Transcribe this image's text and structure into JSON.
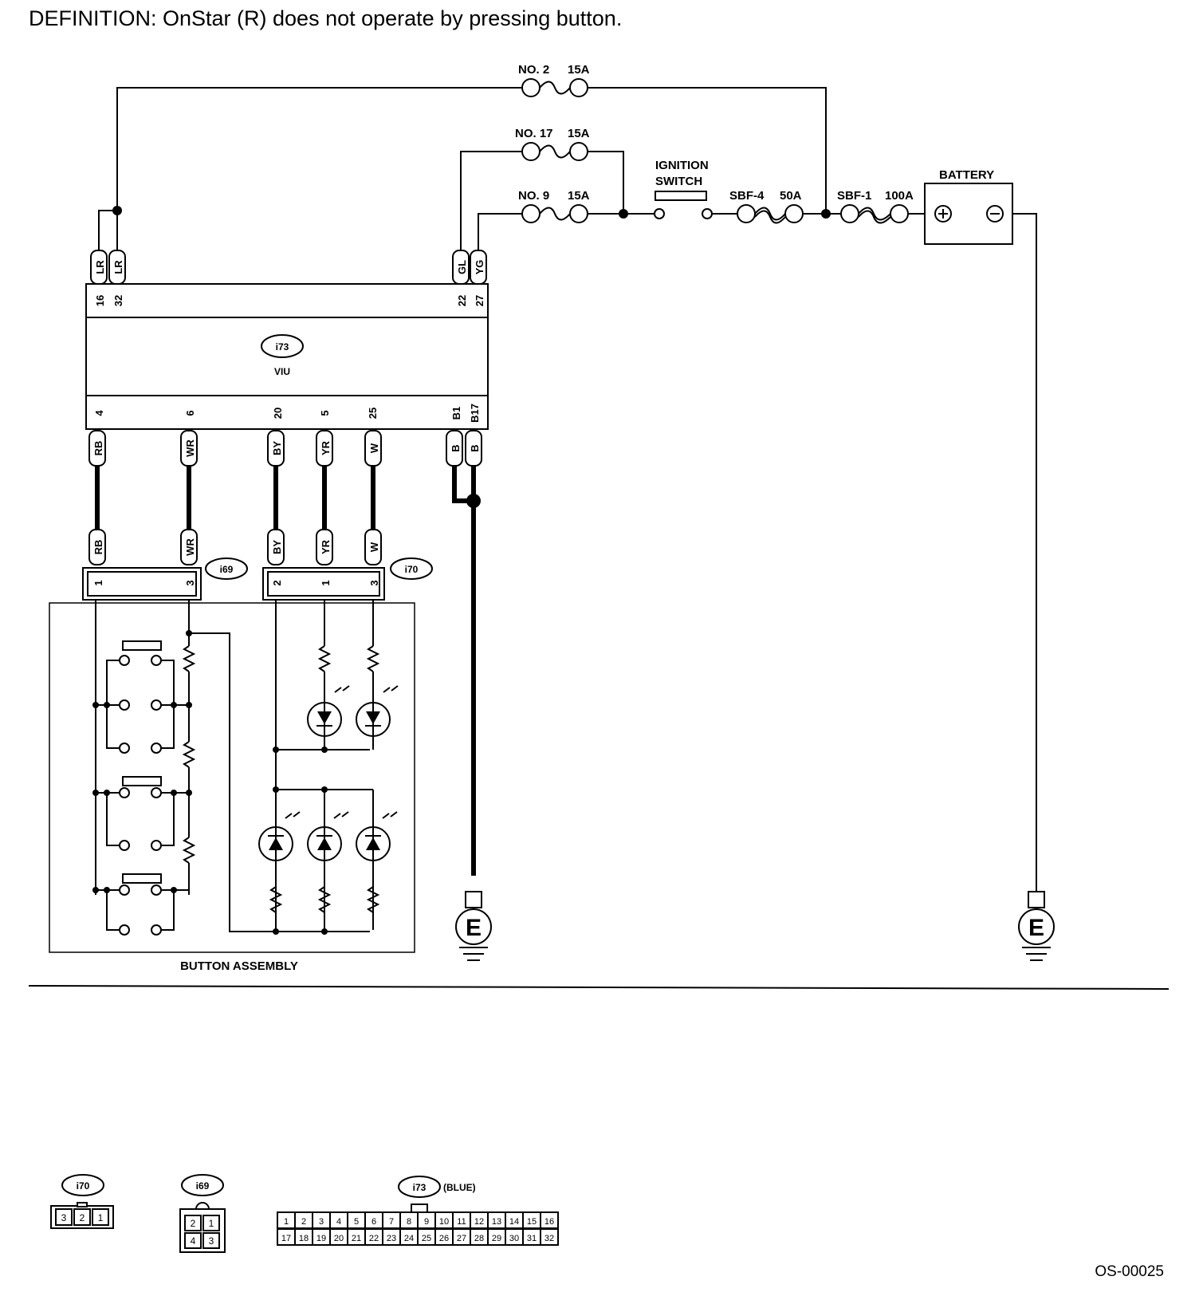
{
  "definition": "DEFINITION: OnStar (R) does not operate by pressing button.",
  "figure_code": "OS-00025",
  "fuses": {
    "no2": {
      "name": "NO. 2",
      "rating": "15A"
    },
    "no17": {
      "name": "NO. 17",
      "rating": "15A"
    },
    "no9": {
      "name": "NO. 9",
      "rating": "15A"
    },
    "sbf4": {
      "name": "SBF-4",
      "rating": "50A"
    },
    "sbf1": {
      "name": "SBF-1",
      "rating": "100A"
    }
  },
  "ignition_switch": {
    "line1": "IGNITION",
    "line2": "SWITCH"
  },
  "battery": {
    "label": "BATTERY",
    "plus": "+",
    "minus": "−"
  },
  "ground": "E",
  "viu": {
    "connector": "i73",
    "name": "VIU",
    "top_pins": [
      {
        "pin": "16",
        "wire": "LR"
      },
      {
        "pin": "32",
        "wire": "LR"
      },
      {
        "pin": "22",
        "wire": "GL"
      },
      {
        "pin": "27",
        "wire": "YG"
      }
    ],
    "bottom_pins": [
      {
        "pin": "4",
        "wire": "RB"
      },
      {
        "pin": "6",
        "wire": "WR"
      },
      {
        "pin": "20",
        "wire": "BY"
      },
      {
        "pin": "5",
        "wire": "YR"
      },
      {
        "pin": "25",
        "wire": "W"
      },
      {
        "pin": "B1",
        "wire": "B"
      },
      {
        "pin": "B17",
        "wire": "B"
      }
    ]
  },
  "connector_i69": {
    "id": "i69",
    "pins": [
      {
        "pin": "1",
        "wire": "RB"
      },
      {
        "pin": "3",
        "wire": "WR"
      }
    ]
  },
  "connector_i70": {
    "id": "i70",
    "pins": [
      {
        "pin": "2",
        "wire": "BY"
      },
      {
        "pin": "1",
        "wire": "YR"
      },
      {
        "pin": "3",
        "wire": "W"
      }
    ]
  },
  "button_assembly": "BUTTON ASSEMBLY",
  "connector_views": {
    "i70": {
      "id": "i70",
      "cells": [
        "3",
        "2",
        "1"
      ]
    },
    "i69": {
      "id": "i69",
      "row1": [
        "2",
        "1"
      ],
      "row2": [
        "4",
        "3"
      ]
    },
    "i73": {
      "id": "i73",
      "color": "(BLUE)",
      "row1": [
        "1",
        "2",
        "3",
        "4",
        "5",
        "6",
        "7",
        "8",
        "9",
        "10",
        "11",
        "12",
        "13",
        "14",
        "15",
        "16"
      ],
      "row2": [
        "17",
        "18",
        "19",
        "20",
        "21",
        "22",
        "23",
        "24",
        "25",
        "26",
        "27",
        "28",
        "29",
        "30",
        "31",
        "32"
      ]
    }
  }
}
